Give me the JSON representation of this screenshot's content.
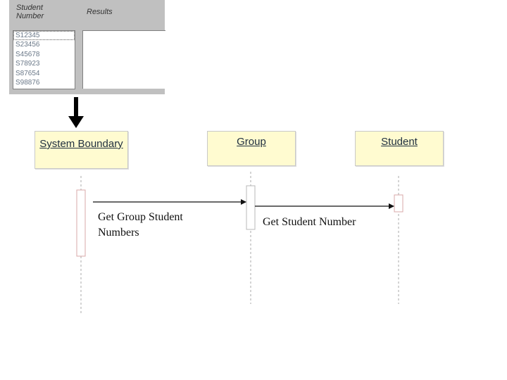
{
  "ui": {
    "student_number_header": "Student Number",
    "results_header": "Results",
    "student_numbers": [
      "S12345",
      "S23456",
      "S45678",
      "S78923",
      "S87654",
      "S98876"
    ]
  },
  "actors": {
    "boundary": "System Boundary",
    "group": "Group",
    "student": "Student"
  },
  "messages": {
    "get_group_student_numbers": "Get Group Student Numbers",
    "get_student_number": "Get Student Number"
  }
}
